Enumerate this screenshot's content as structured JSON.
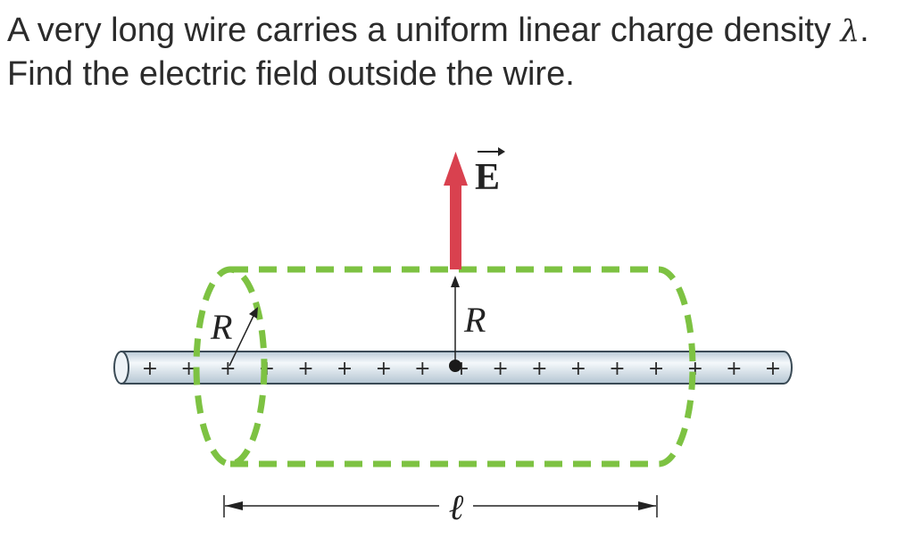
{
  "question": {
    "line1": "A very long wire carries a uniform linear charge density ",
    "symbol": "λ",
    "line1_end": ".",
    "line2": "Find the electric field outside the wire."
  },
  "diagram": {
    "field_label": "E",
    "radius_label_left": "R",
    "radius_label_center": "R",
    "length_label": "ℓ",
    "charge_symbol": "+",
    "charge_count": 17,
    "colors": {
      "field_arrow": "#d9414f",
      "gaussian_surface": "#7dc242",
      "wire_fill": "#dbe7ef",
      "wire_stroke": "#3a4a55",
      "ink": "#222222"
    }
  }
}
